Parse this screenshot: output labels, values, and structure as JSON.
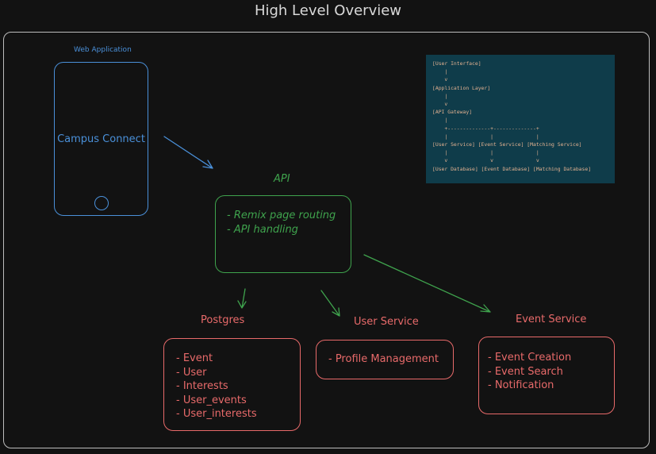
{
  "title": "High Level Overview",
  "web_app": {
    "label": "Web Application",
    "app_name": "Campus Connect"
  },
  "api": {
    "title": "API",
    "items": [
      "- Remix page routing",
      "- API handling"
    ]
  },
  "postgres": {
    "title": "Postgres",
    "items": [
      "- Event",
      "- User",
      "- Interests",
      "- User_events",
      "- User_interests"
    ]
  },
  "user_service": {
    "title": "User Service",
    "items": [
      "- Profile Management"
    ]
  },
  "event_service": {
    "title": "Event Service",
    "items": [
      "- Event Creation",
      "- Event Search",
      "- Notification"
    ]
  },
  "architecture_text": "[User Interface]\n    |\n    v\n[Application Layer]\n    |\n    v\n[API Gateway]\n    |\n    +--------------+--------------+\n    |              |              |\n[User Service] [Event Service] [Matching Service]\n    |              |              |\n    v              v              v\n[User Database] [Event Database] [Matching Database]",
  "colors": {
    "blue": "#4a90d9",
    "green": "#3fa34d",
    "red": "#e86a6a",
    "panel": "#0f3c4a"
  }
}
